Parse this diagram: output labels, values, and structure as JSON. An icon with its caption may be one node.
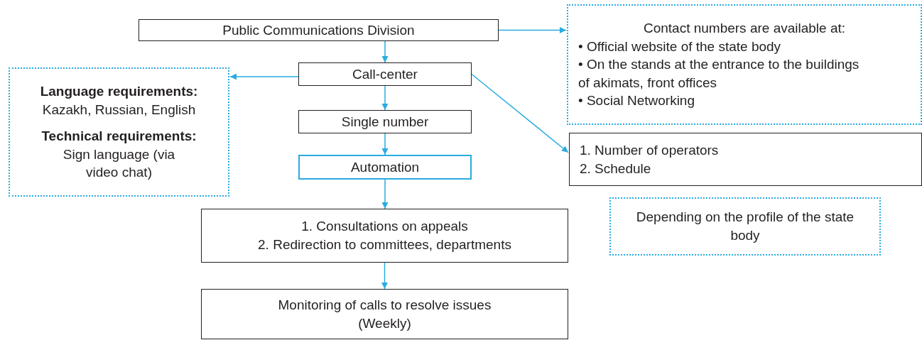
{
  "diagram": {
    "nodes": [
      {
        "text": [
          "Public Communications Division"
        ]
      },
      {
        "text": [
          "Call-center"
        ]
      },
      {
        "text": [
          "Single number"
        ]
      },
      {
        "text": [
          "Automation"
        ]
      },
      {
        "text": [
          "1. Consultations on appeals",
          "2. Redirection to committees, departments"
        ]
      },
      {
        "text": [
          "Monitoring of calls to resolve issues (Weekly)"
        ]
      },
      {
        "text": [
          "Contact numbers are available at:",
          "• Official website of the state body",
          "• On the stands at the entrance to the buildings of akimats, front offices",
          "• Social Networking"
        ]
      },
      {
        "text": [
          "Language requirements:",
          "Kazakh, Russian, English",
          "Technical requirements:",
          "Sign language (via video chat)"
        ]
      },
      {
        "text": [
          "1.  Number of operators",
          "2. Schedule"
        ]
      },
      {
        "text": [
          "Depending on the profile of the state body"
        ]
      }
    ],
    "edges": [
      {
        "from": 0,
        "to": 6,
        "arrow": "to"
      },
      {
        "from": 0,
        "to": 1,
        "arrow": "to"
      },
      {
        "from": 1,
        "to": 7,
        "arrow": "to"
      },
      {
        "from": 1,
        "to": 8,
        "arrow": "to"
      },
      {
        "from": 1,
        "to": 2,
        "arrow": "to"
      },
      {
        "from": 2,
        "to": 3,
        "arrow": "to"
      },
      {
        "from": 3,
        "to": 4,
        "arrow": "to"
      },
      {
        "from": 4,
        "to": 5,
        "arrow": "to"
      }
    ]
  }
}
